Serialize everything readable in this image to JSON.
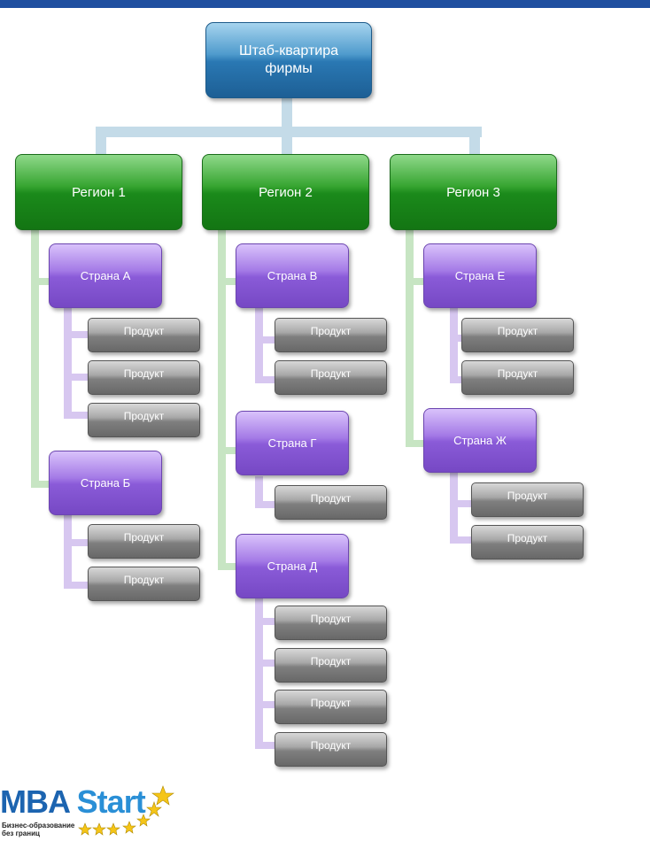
{
  "colors": {
    "top_bar": "#1f4fa0",
    "hq": "#2a78b3",
    "region": "#1b8a1b",
    "country": "#8a5bd8",
    "product": "#7f7f7f",
    "connector_blue": "#c4dbe8",
    "connector_green": "#c7e5c3",
    "connector_purple": "#d7c7f0"
  },
  "hq": {
    "label": "Штаб-квартира фирмы"
  },
  "regions": [
    {
      "label": "Регион 1",
      "countries": [
        {
          "label": "Страна А",
          "products": [
            "Продукт",
            "Продукт",
            "Продукт"
          ]
        },
        {
          "label": "Страна Б",
          "products": [
            "Продукт",
            "Продукт"
          ]
        }
      ]
    },
    {
      "label": "Регион 2",
      "countries": [
        {
          "label": "Страна В",
          "products": [
            "Продукт",
            "Продукт"
          ]
        },
        {
          "label": "Страна Г",
          "products": [
            "Продукт"
          ]
        },
        {
          "label": "Страна Д",
          "products": [
            "Продукт",
            "Продукт",
            "Продукт",
            "Продукт"
          ]
        }
      ]
    },
    {
      "label": "Регион 3",
      "countries": [
        {
          "label": "Страна Е",
          "products": [
            "Продукт",
            "Продукт"
          ]
        },
        {
          "label": "Страна Ж",
          "products": [
            "Продукт",
            "Продукт"
          ]
        }
      ]
    }
  ],
  "logo": {
    "part1": "MBA",
    "part2": "Start",
    "tagline": "Бизнес-образование без границ"
  }
}
